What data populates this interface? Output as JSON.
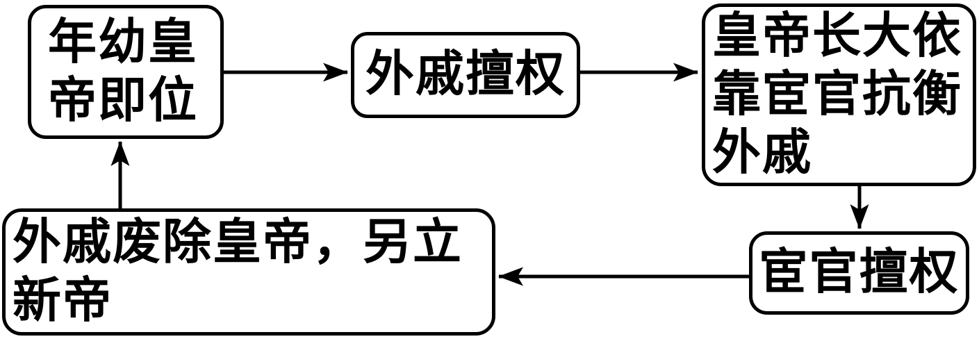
{
  "diagram": {
    "type": "flowchart-cycle",
    "colors": {
      "stroke": "#000000",
      "text": "#000000",
      "background": "#ffffff"
    },
    "nodes": [
      {
        "id": "young-emperor-enthroned",
        "label": "年幼皇帝即位"
      },
      {
        "id": "consort-kin-seize-power",
        "label": "外戚擅权"
      },
      {
        "id": "emperor-grown-relies-eunuchs",
        "label": "皇帝长大依靠宦官抗衡外戚"
      },
      {
        "id": "eunuchs-seize-power",
        "label": "宦官擅权"
      },
      {
        "id": "consort-kin-depose-emperor",
        "label": "外戚废除皇帝，另立新帝"
      }
    ],
    "edges": [
      {
        "from": "young-emperor-enthroned",
        "to": "consort-kin-seize-power"
      },
      {
        "from": "consort-kin-seize-power",
        "to": "emperor-grown-relies-eunuchs"
      },
      {
        "from": "emperor-grown-relies-eunuchs",
        "to": "eunuchs-seize-power"
      },
      {
        "from": "eunuchs-seize-power",
        "to": "consort-kin-depose-emperor"
      },
      {
        "from": "consort-kin-depose-emperor",
        "to": "young-emperor-enthroned"
      }
    ]
  }
}
